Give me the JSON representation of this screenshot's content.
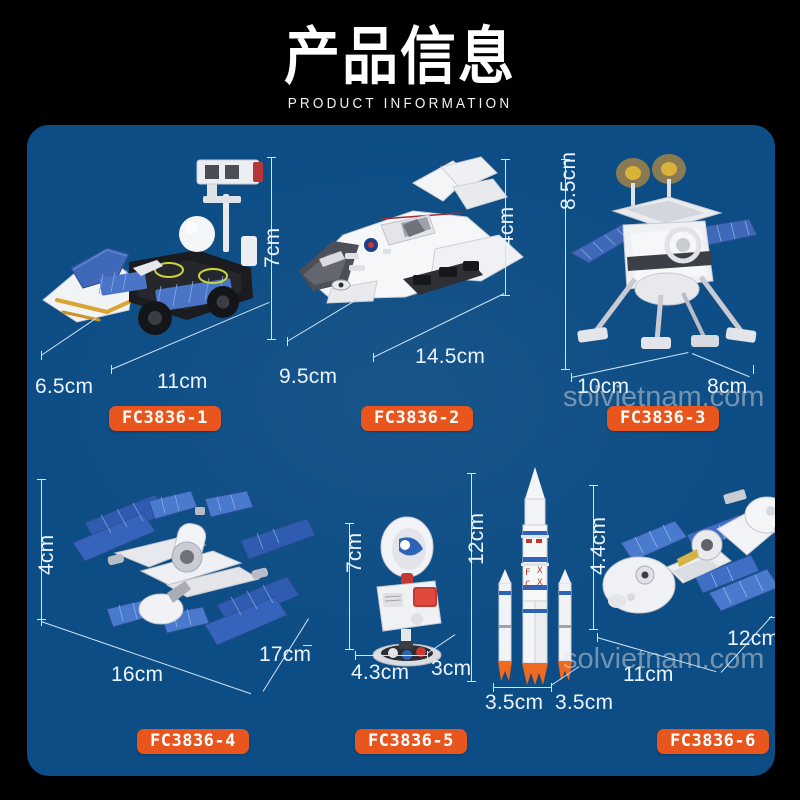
{
  "header": {
    "title_cn": "产品信息",
    "title_en": "PRODUCT INFORMATION"
  },
  "watermark": {
    "text": "solvietnam.com"
  },
  "panel": {
    "background_color": "#0d4d85",
    "badge_color": "#e8561e",
    "dimension_text_color": "#eaf4ff"
  },
  "products": [
    {
      "sku": "FC3836-1",
      "name": "lunar-rover-with-shuttle",
      "dimensions": {
        "width": "6.5cm",
        "length": "11cm",
        "height": "7cm"
      }
    },
    {
      "sku": "FC3836-2",
      "name": "space-shuttle",
      "dimensions": {
        "width": "9.5cm",
        "length": "14.5cm",
        "height": "4cm"
      }
    },
    {
      "sku": "FC3836-3",
      "name": "lunar-lander",
      "dimensions": {
        "width": "10cm",
        "length": "8cm",
        "height": "8.5cm"
      }
    },
    {
      "sku": "FC3836-4",
      "name": "space-station",
      "dimensions": {
        "width": "17cm",
        "length": "16cm",
        "height": "4cm"
      }
    },
    {
      "sku": "FC3836-5",
      "name": "satellite-dish-robot",
      "dimensions": {
        "width": "4.3cm",
        "length": "3cm",
        "height": "7cm"
      }
    },
    {
      "sku": "FC3836-6",
      "name": "orbital-module",
      "dimensions": {
        "width": "11cm",
        "length": "12cm",
        "height": "4.4cm"
      }
    }
  ],
  "extra_model": {
    "name": "carrier-rocket",
    "dimensions": {
      "width": "3.5cm",
      "length": "3.5cm",
      "height": "12cm"
    }
  }
}
